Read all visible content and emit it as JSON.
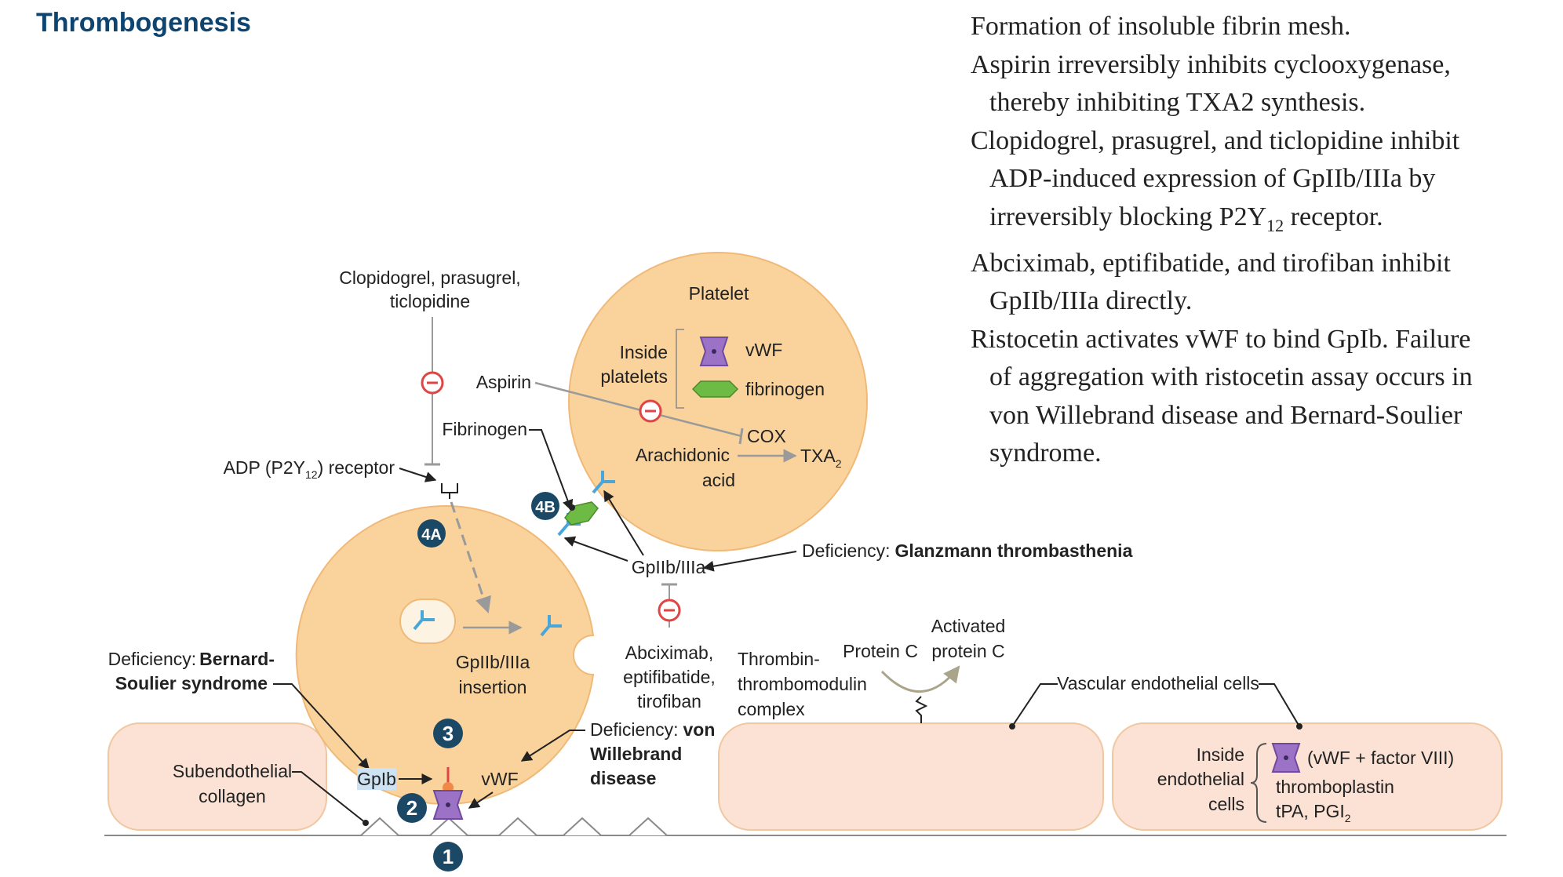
{
  "title": "Thrombogenesis",
  "notes": {
    "line1": "Formation of insoluble fibrin mesh.",
    "line2": "Aspirin irreversibly inhibits cyclooxygenase,",
    "line3": "thereby inhibiting TXA2 synthesis.",
    "line4": "Clopidogrel, prasugrel, and ticlopidine inhibit",
    "line5": "ADP-induced expression of GpIIb/IIIa by",
    "line6_pre": "irreversibly blocking P2Y",
    "line6_sub": "12",
    "line6_post": " receptor.",
    "line7": "Abciximab, eptifibatide, and tirofiban inhibit",
    "line8": "GpIIb/IIIa directly.",
    "line9": "Ristocetin activates vWF to bind GpIb. Failure",
    "line10": "of aggregation with ristocetin assay occurs in",
    "line11": "von Willebrand disease and Bernard-Soulier",
    "line12": "syndrome."
  },
  "diagram": {
    "clopidogrel_l1": "Clopidogrel, prasugrel,",
    "clopidogrel_l2": "ticlopidine",
    "adp_pre": "ADP (P2Y",
    "adp_sub": "12",
    "adp_post": ") receptor",
    "platelet": "Platelet",
    "inside_l1": "Inside",
    "inside_l2": "platelets",
    "vwf": "vWF",
    "fibrinogen_inner": "fibrinogen",
    "aspirin": "Aspirin",
    "fibrinogen": "Fibrinogen",
    "cox": "COX",
    "arachidonic_l1": "Arachidonic",
    "arachidonic_l2": "acid",
    "txa_pre": "TXA",
    "txa_sub": "2",
    "badge_4b": "4B",
    "badge_4a": "4A",
    "gp_iib_iiia": "GpIIb/IIIa",
    "deficiency_label": "Deficiency:",
    "glanzmann": "Glanzmann thrombasthenia",
    "insertion_l1": "GpIIb/IIIa",
    "insertion_l2": "insertion",
    "abciximab_l1": "Abciximab,",
    "abciximab_l2": "eptifibatide,",
    "abciximab_l3": "tirofiban",
    "bernard_pre": "Deficiency:",
    "bernard_b1": "Bernard-",
    "bernard_b2": "Soulier syndrome",
    "vwd_b1": "von",
    "vwd_b2": "Willebrand",
    "vwd_b3": "disease",
    "badge_3": "3",
    "badge_2": "2",
    "badge_1": "1",
    "gpib": "GpIb",
    "vwf_label": "vWF",
    "subendothelial_l1": "Subendothelial",
    "subendothelial_l2": "collagen",
    "thrombin_l1": "Thrombin-",
    "thrombin_l2": "thrombomodulin",
    "thrombin_l3": "complex",
    "protein_c": "Protein C",
    "activated_l1": "Activated",
    "activated_l2": "protein C",
    "vascular": "Vascular endothelial cells",
    "inside_endo_l1": "Inside",
    "inside_endo_l2": "endothelial",
    "inside_endo_l3": "cells",
    "vwf_factor": "(vWF + factor VIII)",
    "thromboplastin": "thromboplastin",
    "tpa_pre": "tPA, PGI",
    "tpa_sub": "2"
  },
  "colors": {
    "title": "#0e4470",
    "platelet_fill": "#f9d39b",
    "cell_fill": "#fbe2d5",
    "cell_stroke": "#f1c7a2",
    "inhibit_red": "#e04545",
    "badge_navy": "#1b4965",
    "receptor_blue": "#4aa6d8",
    "vwf_purple": "#9b72c6",
    "fibrinogen_green": "#6dbb45"
  }
}
